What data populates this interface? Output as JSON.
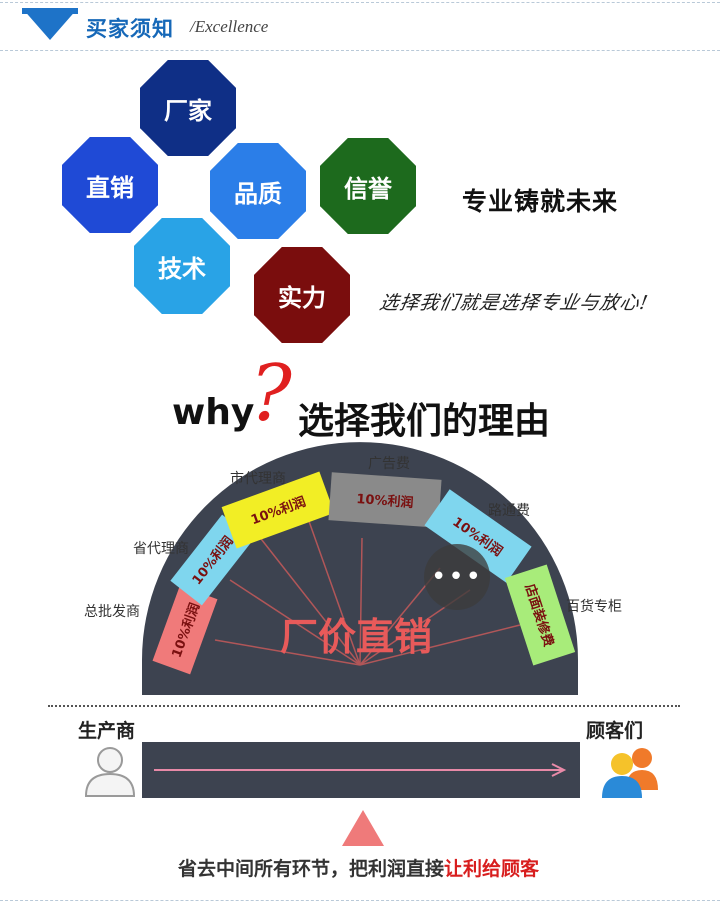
{
  "header": {
    "title": "买家须知",
    "subtitle": "/Excellence"
  },
  "octagons": [
    {
      "label": "厂家",
      "color": "#0f2f86"
    },
    {
      "label": "直销",
      "color": "#1f4ad6"
    },
    {
      "label": "品质",
      "color": "#2b7ee8"
    },
    {
      "label": "信誉",
      "color": "#1d6a1d"
    },
    {
      "label": "技术",
      "color": "#29a3e6"
    },
    {
      "label": "实力",
      "color": "#7a0d0d"
    }
  ],
  "slogan": {
    "main": "专业铸就未来",
    "script": "选择我们就是选择专业与放心!"
  },
  "why": {
    "word": "why",
    "mark": "?",
    "text": "选择我们的理由"
  },
  "arch": {
    "center_text": "厂价直销",
    "segments": [
      {
        "label": "总批发商",
        "profit": "10%利润",
        "color": "#f07a7a"
      },
      {
        "label": "省代理商",
        "profit": "10%利润",
        "color": "#7fd6ee"
      },
      {
        "label": "市代理商",
        "profit": "10%利润",
        "color": "#f2ee25"
      },
      {
        "label": "广告费",
        "profit": "10%利润",
        "color": "#8a8a8a"
      },
      {
        "label": "路通费",
        "profit": "10%利润",
        "color": "#7fd6ee"
      },
      {
        "label": "百货专柜",
        "profit": "店面装修费",
        "color": "#a8ec7a"
      }
    ]
  },
  "flow": {
    "producer": "生产商",
    "customers": "顾客们",
    "bottom_text": "省去中间所有环节，把利润直接",
    "bottom_highlight": "让利给顾客"
  },
  "more_button": "•••"
}
